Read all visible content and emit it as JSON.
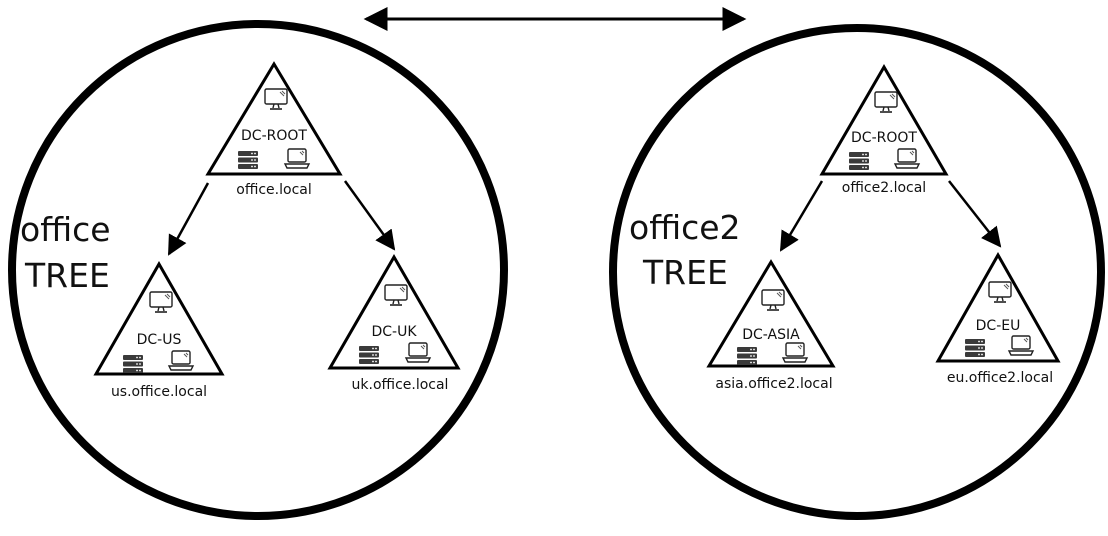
{
  "colors": {
    "stroke": "#000000",
    "fill": "#ffffff",
    "server": "#3a3a3a",
    "text": "#111111"
  },
  "trees": [
    {
      "label_line1": "office",
      "label_line2": "TREE",
      "root": {
        "title": "DC-ROOT",
        "domain": "office.local"
      },
      "children": [
        {
          "title": "DC-US",
          "domain": "us.office.local"
        },
        {
          "title": "DC-UK",
          "domain": "uk.office.local"
        }
      ]
    },
    {
      "label_line1": "office2",
      "label_line2": "TREE",
      "root": {
        "title": "DC-ROOT",
        "domain": "office2.local"
      },
      "children": [
        {
          "title": "DC-ASIA",
          "domain": "asia.office2.local"
        },
        {
          "title": "DC-EU",
          "domain": "eu.office2.local"
        }
      ]
    }
  ],
  "icons": [
    "monitor-icon",
    "server-icon",
    "laptop-icon"
  ]
}
